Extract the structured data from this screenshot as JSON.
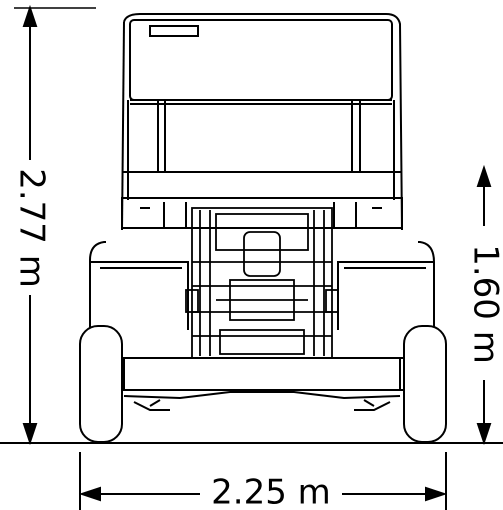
{
  "dimensions": {
    "height_total": "2.77 m",
    "platform_height": "1.60 m",
    "width": "2.25 m"
  },
  "colors": {
    "line": "#000000",
    "background": "#ffffff"
  }
}
